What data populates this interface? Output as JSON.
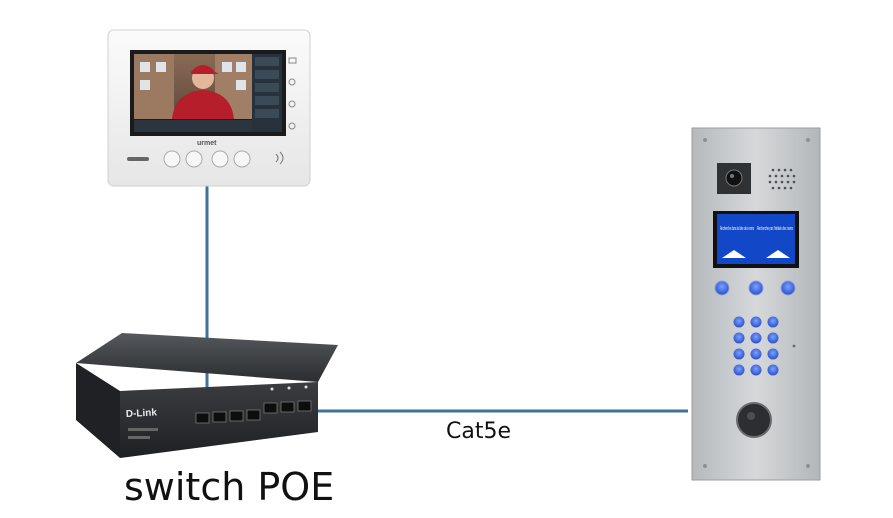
{
  "diagram": {
    "labels": {
      "switch": "switch POE",
      "cable": "Cat5e"
    },
    "devices": {
      "monitor_brand": "urmet",
      "switch_brand": "D-Link",
      "panel_screen_left": "Recherche dans la liste des noms",
      "panel_screen_right": "Recherche par l'initiale des noms"
    },
    "colors": {
      "cable": "#41729a",
      "panel": "#c7c9cb",
      "panel_screen": "#1248c8",
      "switch_body": "#2e3033",
      "monitor_body": "#f4f4f4",
      "key_blue": "#2a4fc9"
    }
  }
}
